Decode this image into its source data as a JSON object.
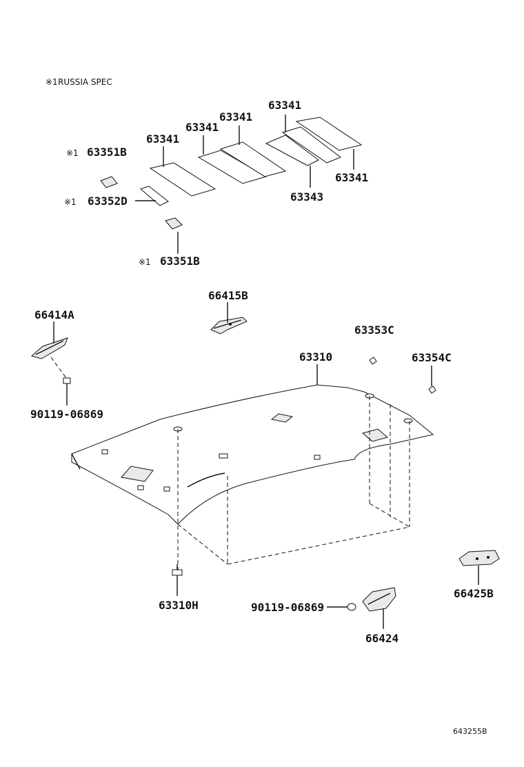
{
  "note": {
    "marker": "※1",
    "text": "RUSSIA SPEC"
  },
  "labels": {
    "p63341_a": "63341",
    "p63341_b": "63341",
    "p63341_c": "63341",
    "p63341_d": "63341",
    "p63341_e": "63341",
    "p63343": "63343",
    "p63351b_top": "63351B",
    "p63352d": "63352D",
    "p63351b_bottom": "63351B",
    "p66415b": "66415B",
    "p66414a": "66414A",
    "p90119_left": "90119-06869",
    "p63353c": "63353C",
    "p63310": "63310",
    "p63354c": "63354C",
    "p66425b": "66425B",
    "p63310h": "63310H",
    "p90119_bottom": "90119-06869",
    "p66424": "66424"
  },
  "markers": {
    "m1": "※1",
    "m2": "※1",
    "m3": "※1"
  },
  "diagram_code": "643255B"
}
